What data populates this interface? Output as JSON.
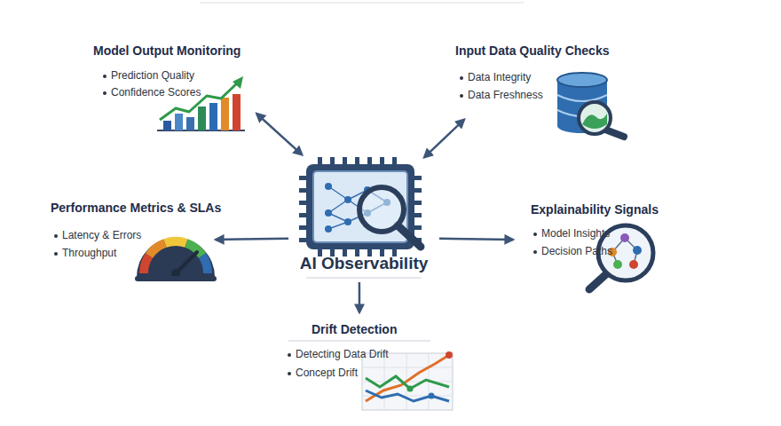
{
  "diagram": {
    "nodes": [
      {
        "text": [
          "Model Output Monitoring",
          "Prediction Quality",
          "Confidence Scores"
        ]
      },
      {
        "text": [
          "Input Data Quality Checks",
          "Data Integrity",
          "Data Freshness"
        ]
      },
      {
        "text": [
          "Performance Metrics & SLAs",
          "Latency & Errors",
          "Throughput"
        ]
      },
      {
        "text": [
          "AI Observability"
        ]
      },
      {
        "text": [
          "Explainability Signals",
          "Model Insights",
          "Decision Paths"
        ]
      },
      {
        "text": [
          "Drift Detection",
          "Detecting Data Drift",
          "Concept Drift"
        ]
      }
    ],
    "edges": [
      {
        "from": 3,
        "to": 0,
        "arrow": "both"
      },
      {
        "from": 3,
        "to": 1,
        "arrow": "both"
      },
      {
        "from": 3,
        "to": 2,
        "arrow": "to"
      },
      {
        "from": 3,
        "to": 4,
        "arrow": "to"
      },
      {
        "from": 3,
        "to": 5,
        "arrow": "to"
      }
    ]
  }
}
